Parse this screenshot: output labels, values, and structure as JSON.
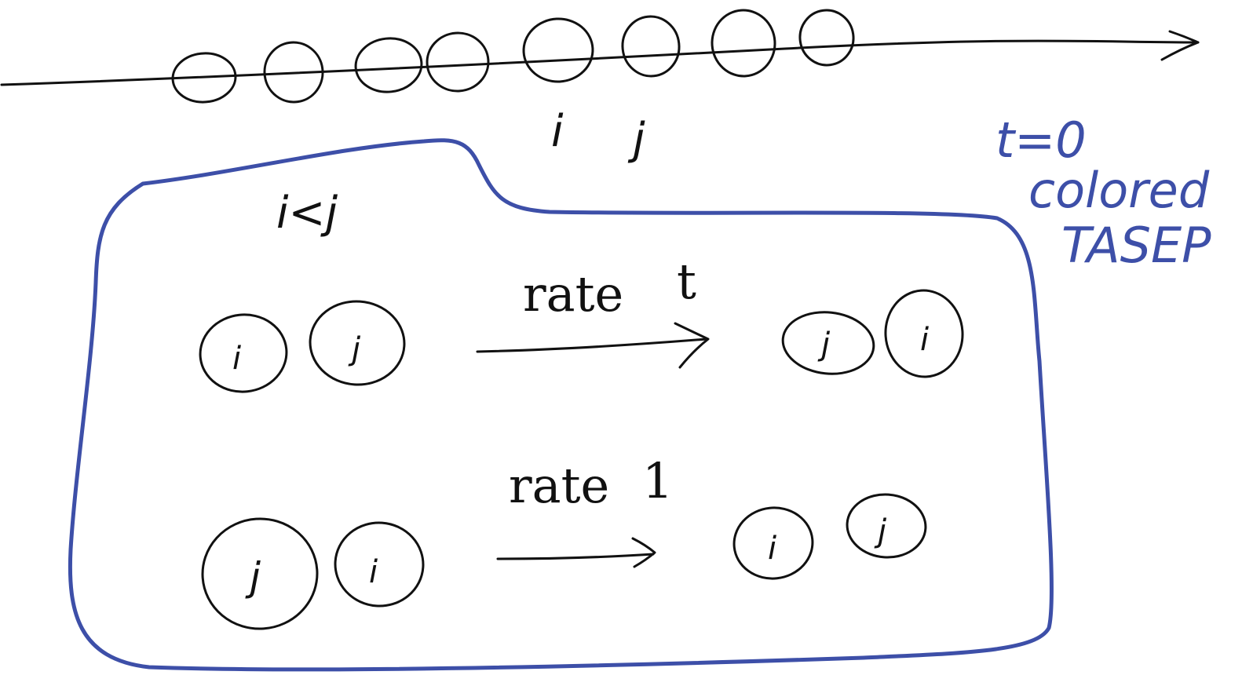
{
  "colors": {
    "ink": "#111111",
    "accent": "#3d4fa8"
  },
  "labels": {
    "top_i": "i",
    "top_j": "j",
    "condition": "i<j",
    "t_zero": "t=0",
    "colored": "colored",
    "tasep": "TASEP"
  },
  "transitions": [
    {
      "rate_prefix": "rate",
      "rate_value": "t",
      "before": [
        "i",
        "j"
      ],
      "after": [
        "j",
        "i"
      ]
    },
    {
      "rate_prefix": "rate",
      "rate_value": "1",
      "before": [
        "j",
        "i"
      ],
      "after": [
        "i",
        "j"
      ]
    }
  ],
  "lattice": {
    "particle_count": 8
  }
}
